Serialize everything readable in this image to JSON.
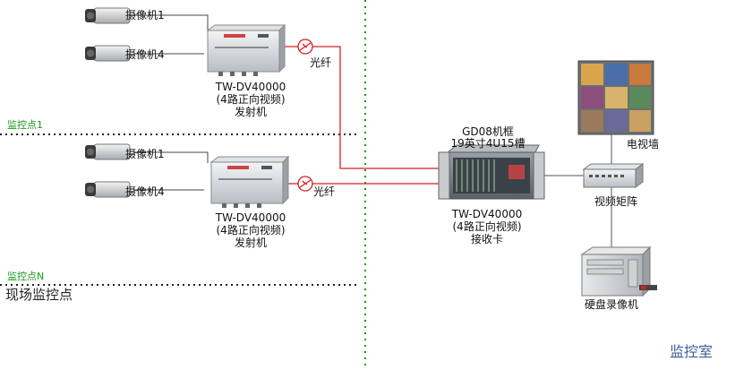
{
  "left_area": {
    "site1_label": "监控点1",
    "siteN_label": "监控点N",
    "area_title": "现场监控点"
  },
  "site1": {
    "camera_top_label": "摄像机1",
    "camera_bottom_label": "摄像机4",
    "fiber_label": "光纤",
    "transmitter_model": "TW-DV40000",
    "transmitter_desc": "(4路正向视频)",
    "transmitter_name": "发射机"
  },
  "siteN": {
    "camera_top_label": "摄像机1",
    "camera_bottom_label": "摄像机4",
    "fiber_label": "光纤",
    "transmitter_model": "TW-DV40000",
    "transmitter_desc": "(4路正向视频)",
    "transmitter_name": "发射机"
  },
  "control_room": {
    "chassis_title": "GD08机框",
    "chassis_spec": "19英寸4U15槽",
    "receiver_model": "TW-DV40000",
    "receiver_desc": "(4路正向视频)",
    "receiver_name": "接收卡",
    "tv_wall_label": "电视墙",
    "matrix_label": "视频矩阵",
    "recorder_label": "硬盘录像机",
    "room_title": "监控室"
  },
  "colors": {
    "fiber": "#d42020",
    "divider": "#1a9a1a",
    "area_title": "#3a5f9a"
  },
  "icons": [
    "camera-icon",
    "transmitter-icon",
    "fiber-connector-icon",
    "chassis-icon",
    "tv-wall-icon",
    "video-matrix-icon",
    "dvr-icon"
  ]
}
